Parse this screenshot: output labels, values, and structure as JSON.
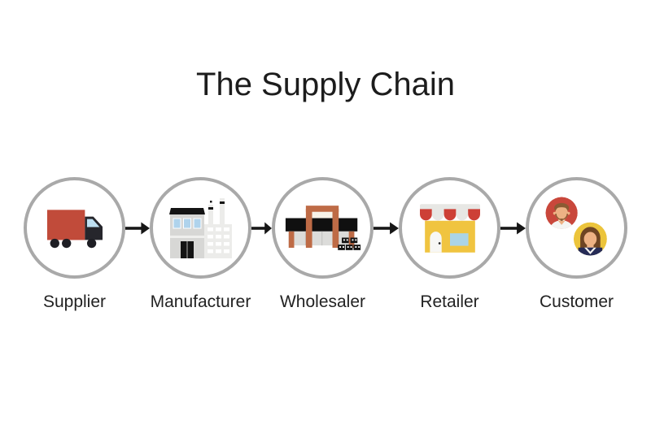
{
  "title": "The Supply Chain",
  "diagram": {
    "type": "flow",
    "direction": "left-to-right",
    "connector": "arrow-right",
    "nodes": [
      {
        "label": "Supplier",
        "icon": "truck-icon"
      },
      {
        "label": "Manufacturer",
        "icon": "factory-icon"
      },
      {
        "label": "Wholesaler",
        "icon": "warehouse-icon"
      },
      {
        "label": "Retailer",
        "icon": "storefront-icon"
      },
      {
        "label": "Customer",
        "icon": "customers-icon"
      }
    ]
  },
  "colors": {
    "background": "#ffffff",
    "ring": "#a9a9a9",
    "arrow": "#161616",
    "title_text": "#1c1c1c",
    "label_text": "#222222",
    "truck_red": "#c14b3a",
    "truck_cab": "#26262c",
    "window_blue": "#afd3ec",
    "building_gray": "#d7d7d5",
    "factory_light": "#ececea",
    "roof_black": "#141414",
    "pillar_orange": "#be6b46",
    "store_yellow": "#f0c440",
    "awning_red": "#cd4036",
    "awning_white": "#e7e7e4",
    "avatar_red": "#c9473b",
    "avatar_yellow": "#ecc43b",
    "skin": "#edb184",
    "hair_brown": "#8a5b33",
    "shirt_white": "#f4f4f2",
    "top_navy": "#262b56"
  }
}
